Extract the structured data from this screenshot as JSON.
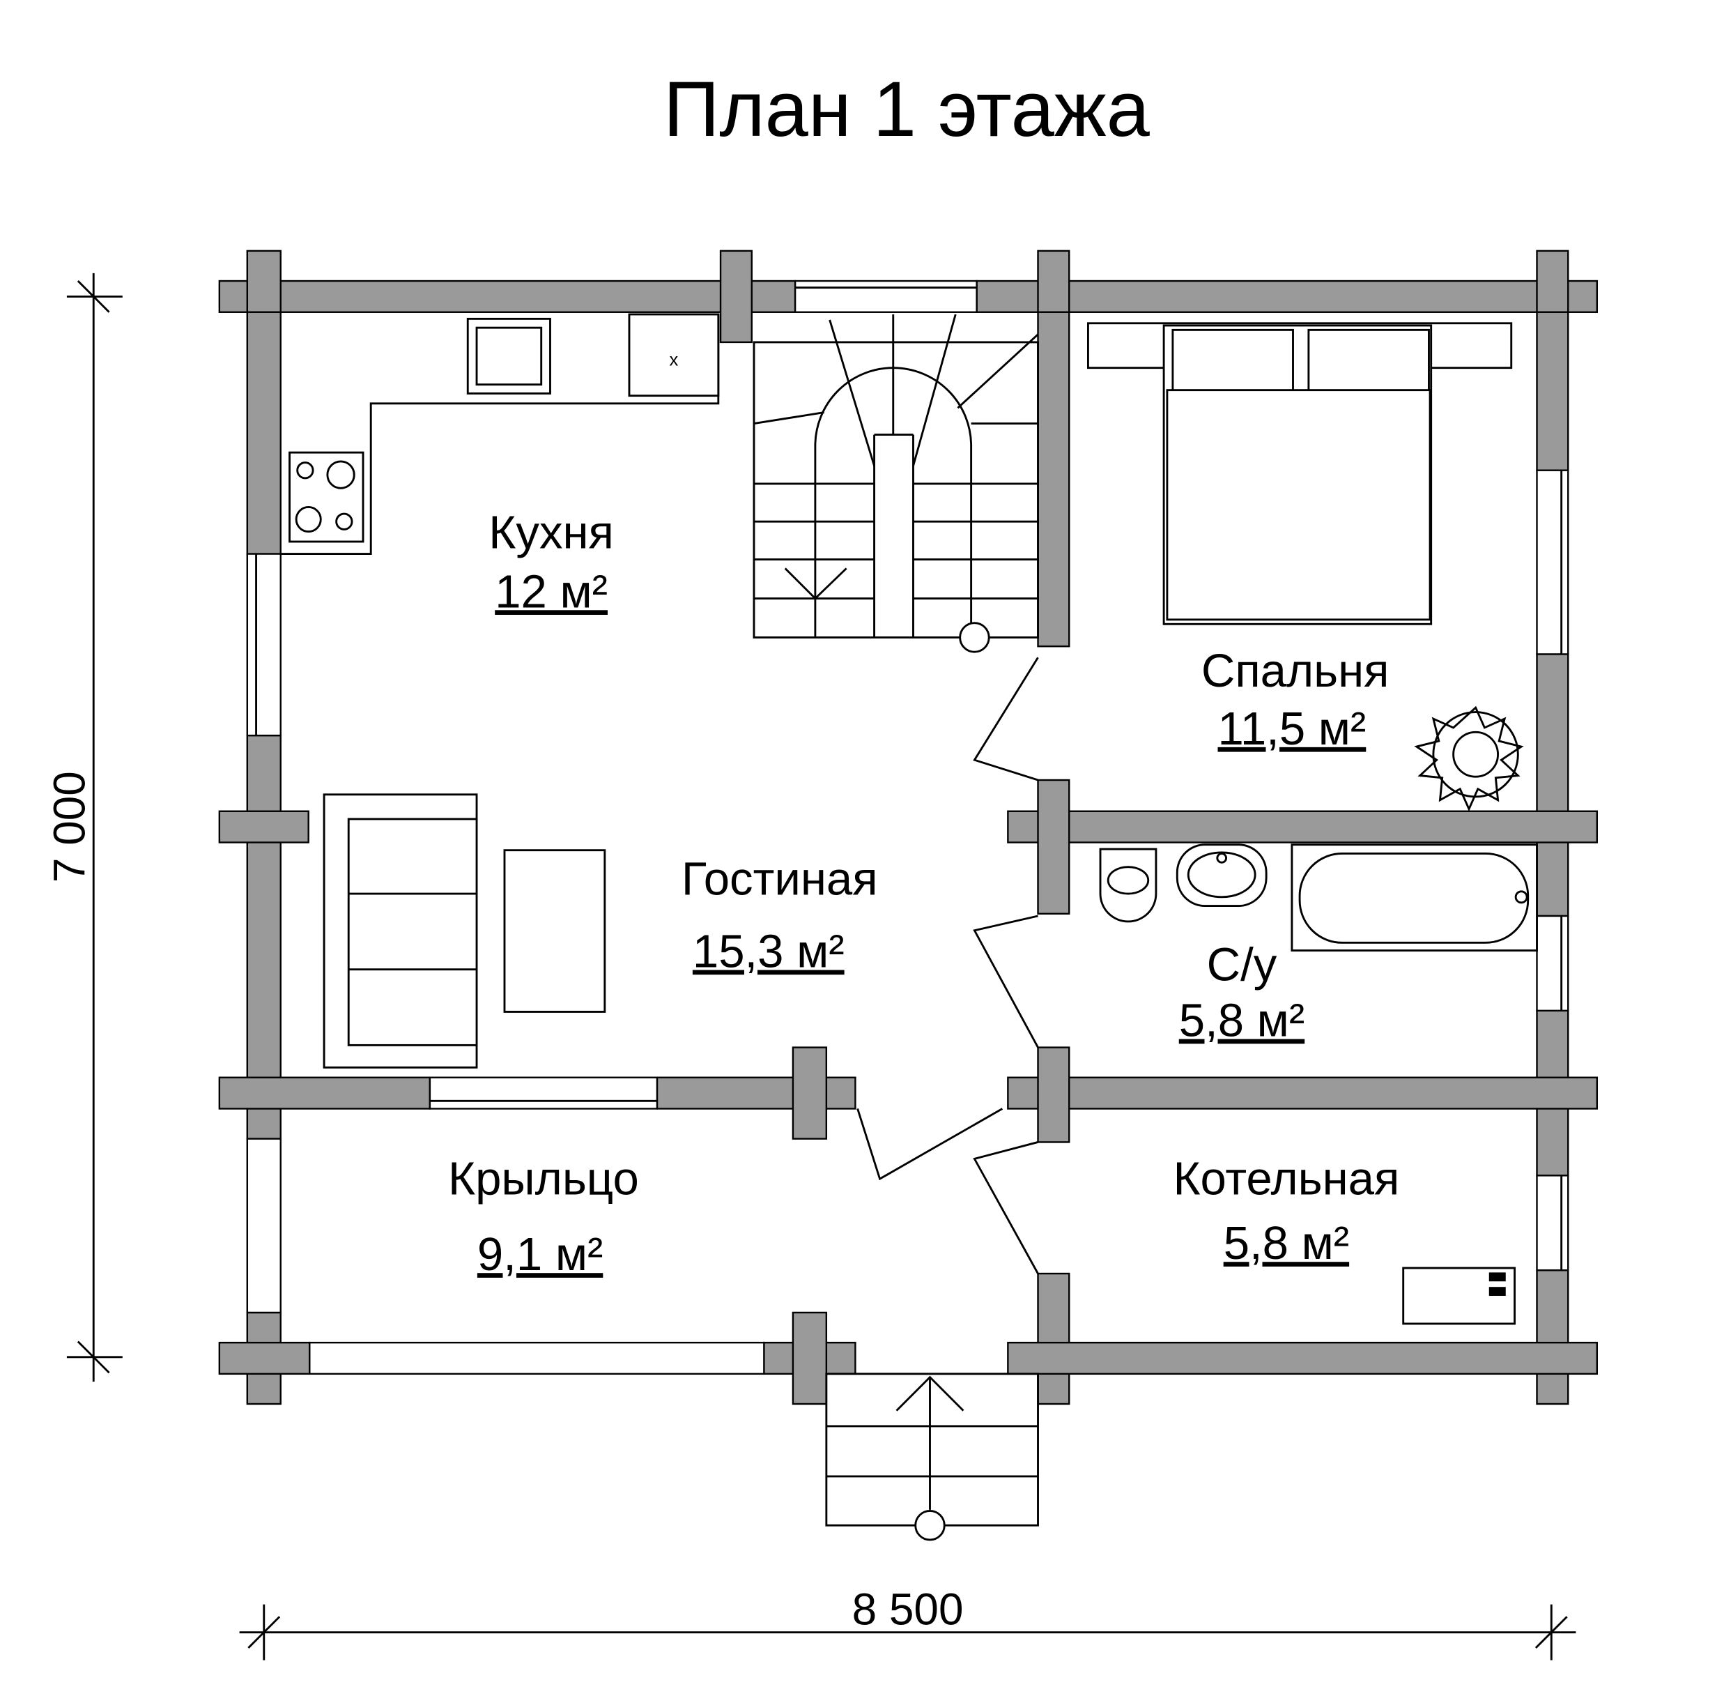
{
  "title": "План 1 этажа",
  "dimensions": {
    "width": "8 500",
    "height": "7 000"
  },
  "rooms": [
    {
      "name": "Кухня",
      "area": "12 м²"
    },
    {
      "name": "Гостиная",
      "area": "15,3 м²"
    },
    {
      "name": "Спальня",
      "area": "11,5 м²"
    },
    {
      "name": "С/у",
      "area": "5,8 м²"
    },
    {
      "name": "Крыльцо",
      "area": "9,1 м²"
    },
    {
      "name": "Котельная",
      "area": "5,8 м²"
    }
  ],
  "fixtures": {
    "sink_mark": "x"
  },
  "colors": {
    "wall": "#9a9a9a",
    "line": "#000000",
    "background": "#ffffff"
  }
}
